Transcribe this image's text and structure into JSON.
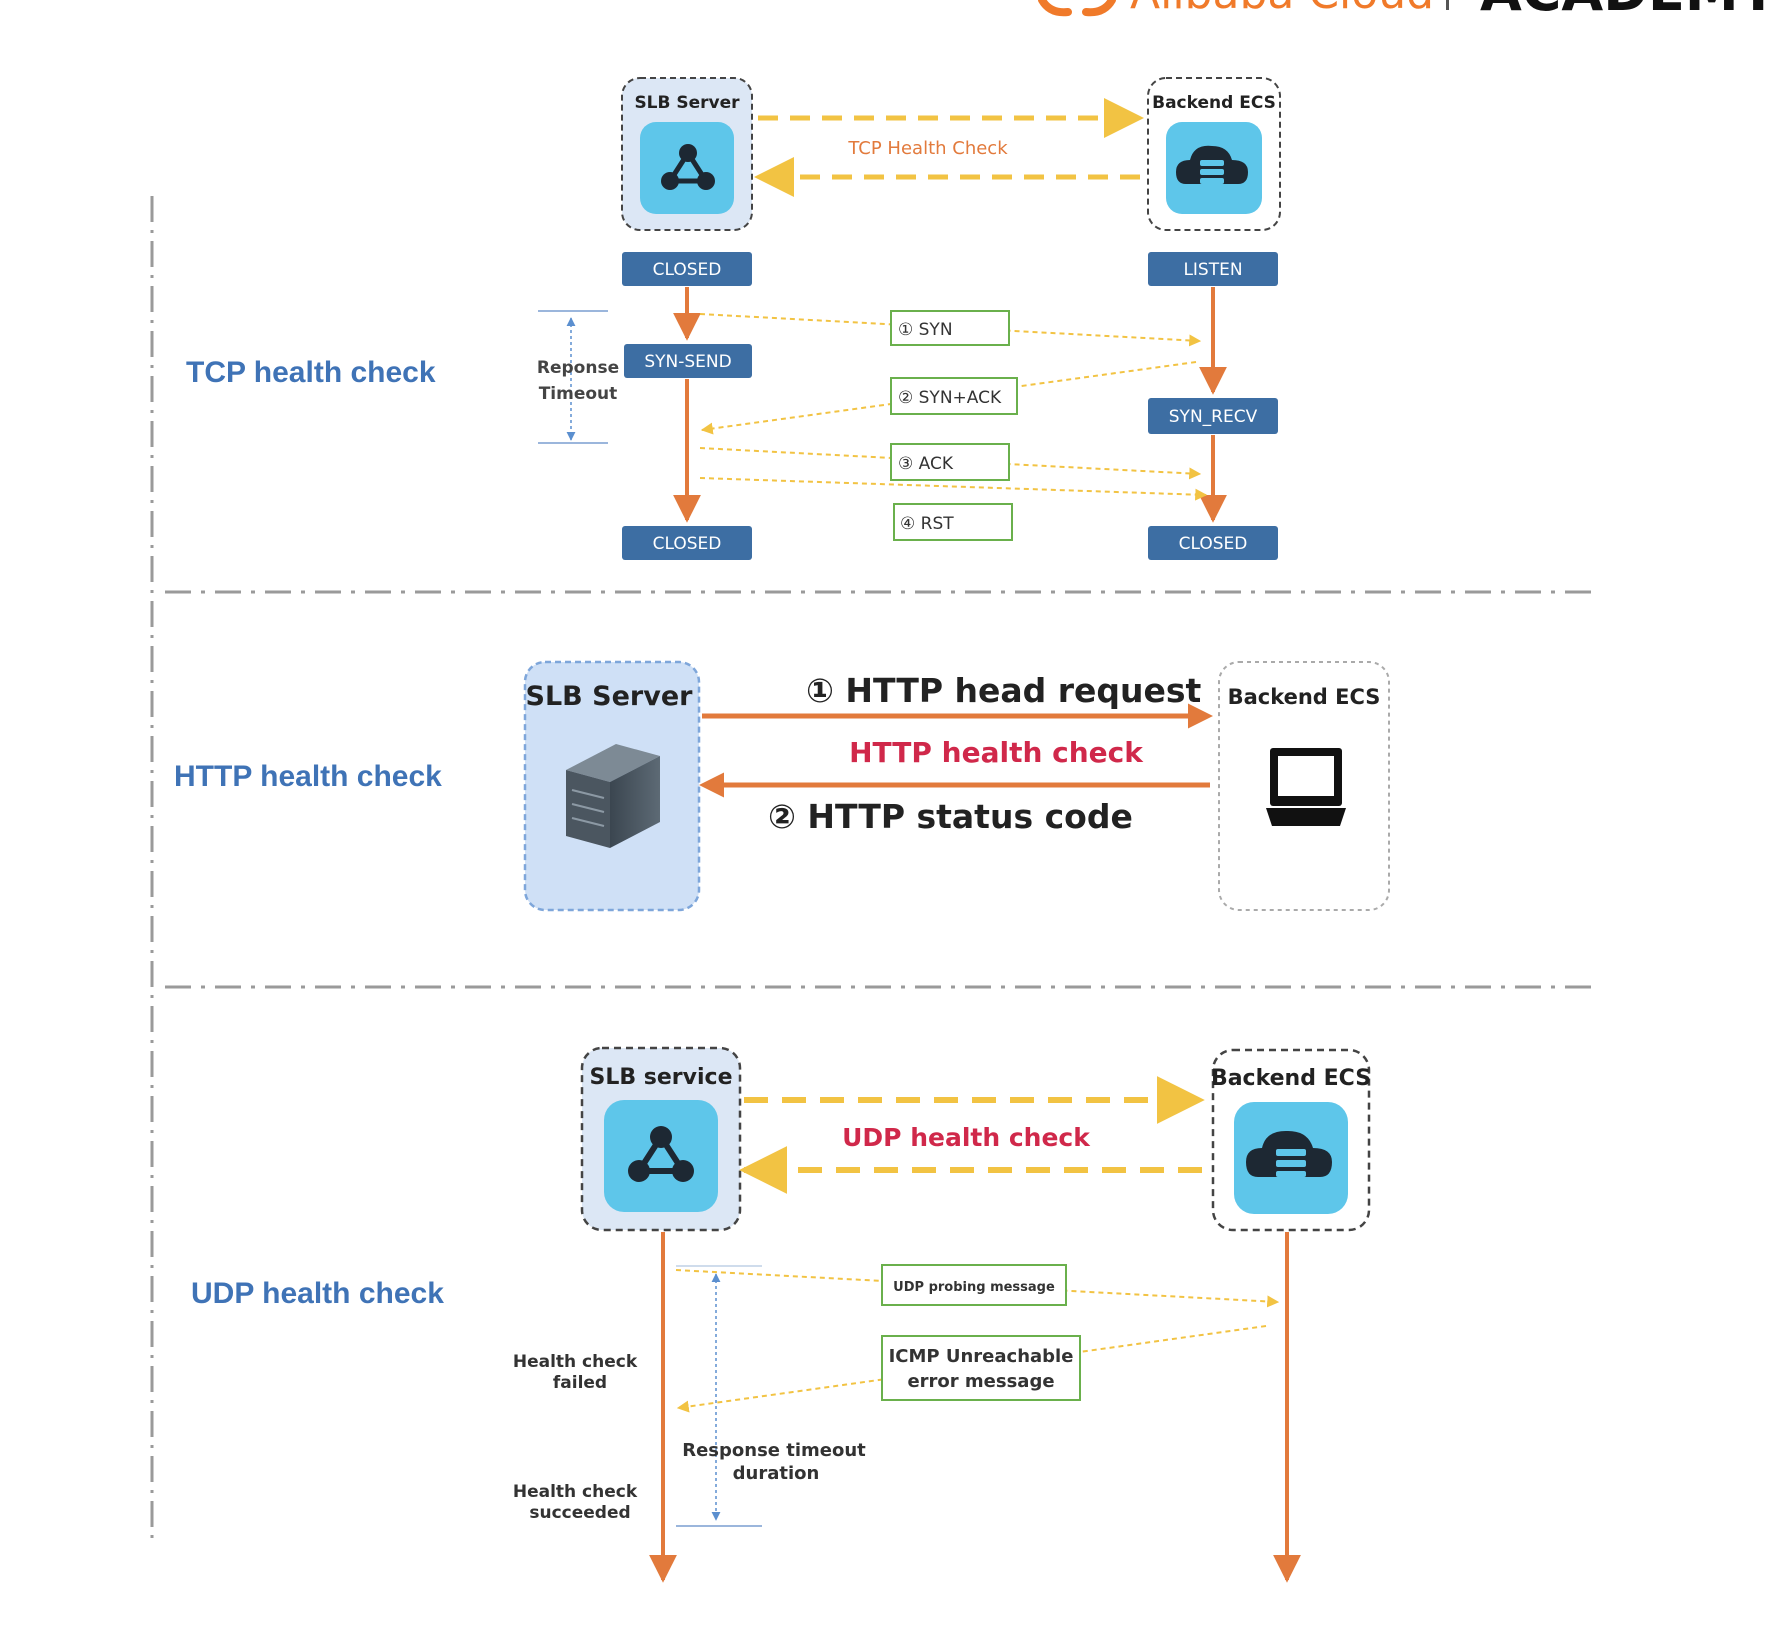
{
  "header": {
    "brand_text": "Alibaba Cloud",
    "brand_right": "ACADEMY"
  },
  "colors": {
    "section_label": "#3f73b6",
    "state_box": "#3d6ea3",
    "orange": "#e27a3c",
    "yellow_dash": "#f2c343",
    "red_text": "#d0284a",
    "icon_tile": "#5ec6ea",
    "tile_bg": "#dce7f5",
    "step_border": "#6ab04c",
    "divider": "#9a9a9a"
  },
  "tcp": {
    "section_label": "TCP health check",
    "slb_title": "SLB Server",
    "backend_title": "Backend ECS",
    "link_label": "TCP Health Check",
    "slb_states": [
      "CLOSED",
      "SYN-SEND",
      "CLOSED"
    ],
    "backend_states": [
      "LISTEN",
      "SYN_RECV",
      "CLOSED"
    ],
    "timeout_label_1": "Reponse",
    "timeout_label_2": "Timeout",
    "steps": [
      "① SYN",
      "② SYN+ACK",
      "③ ACK",
      "④ RST"
    ],
    "slb_icon": "network-nodes-icon",
    "backend_icon": "cloud-server-icon"
  },
  "http": {
    "section_label": "HTTP health check",
    "slb_title": "SLB Server",
    "backend_title": "Backend ECS",
    "request_label": "① HTTP  head request",
    "check_label": "HTTP  health check",
    "response_label": "② HTTP  status  code",
    "slb_icon": "server-tower-icon",
    "backend_icon": "laptop-icon"
  },
  "udp": {
    "section_label": "UDP health check",
    "slb_title": "SLB service",
    "backend_title": "Backend ECS",
    "link_label": "UDP health check",
    "probe_label": "UDP probing message",
    "icmp_label_1": "ICMP Unreachable",
    "icmp_label_2": "error message",
    "failed_1": "Health check",
    "failed_2": "failed",
    "succeeded_1": "Health check",
    "succeeded_2": "succeeded",
    "timeout_1": "Response timeout",
    "timeout_2": "duration",
    "slb_icon": "network-nodes-icon",
    "backend_icon": "cloud-server-icon"
  }
}
